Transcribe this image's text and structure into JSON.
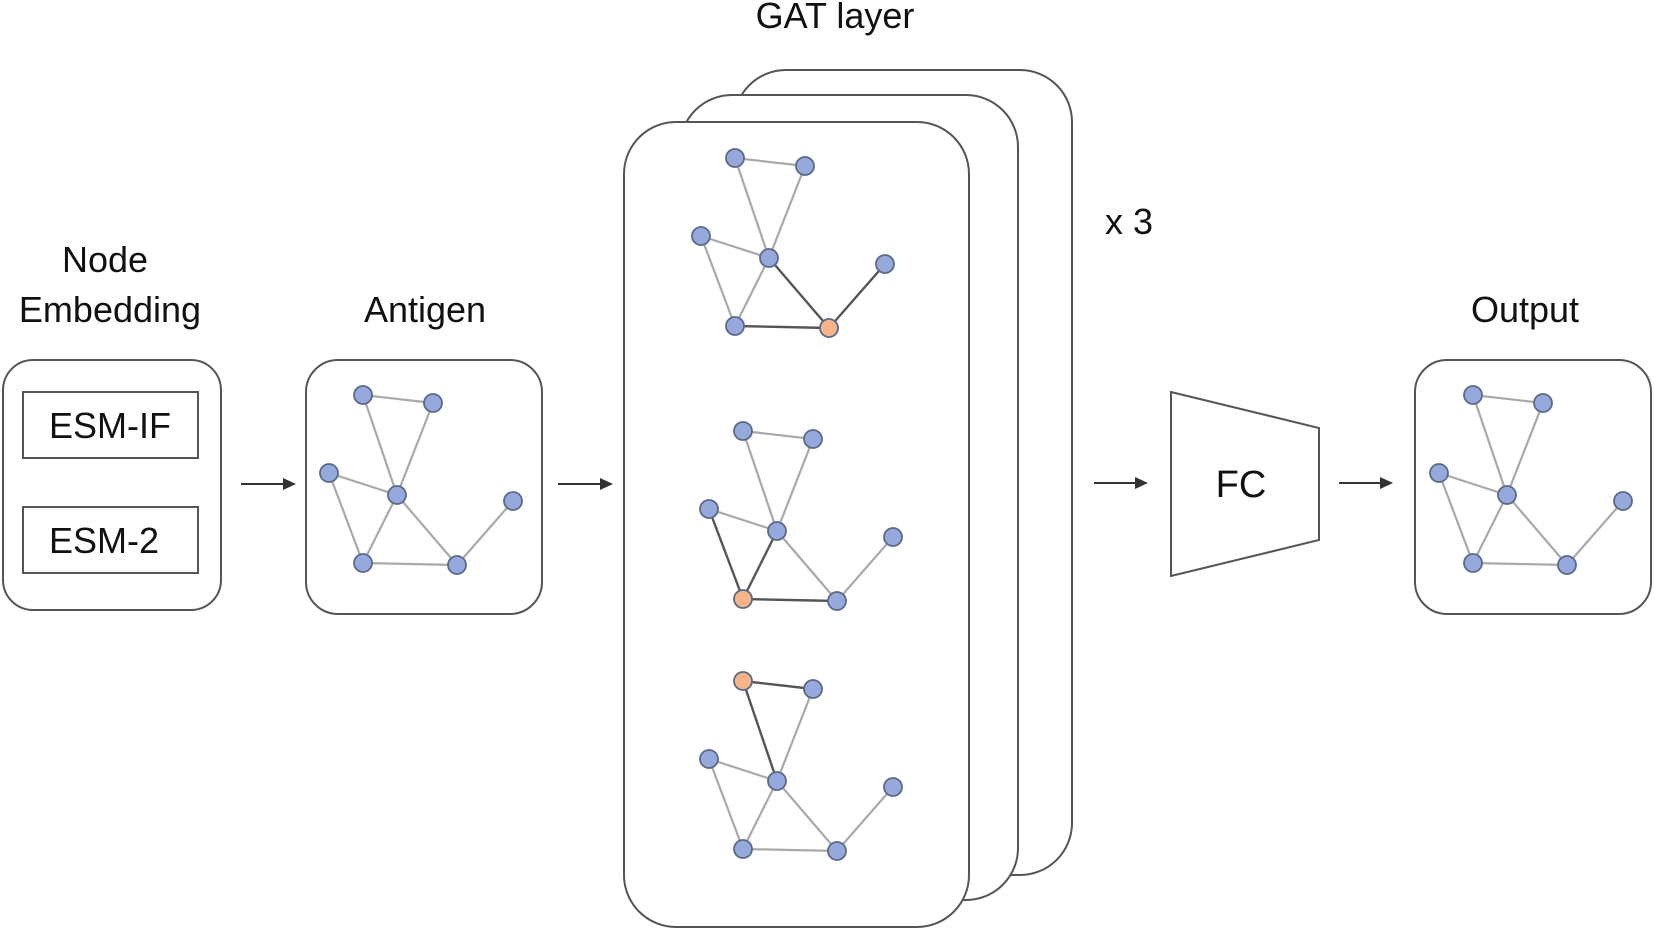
{
  "colors": {
    "node_default": "#95a9dc",
    "node_highlight": "#f6b48a",
    "edge_light": "#a9a9a9",
    "edge_dark": "#555555"
  },
  "node_embedding": {
    "title_line1": "Node",
    "title_line2": "Embedding",
    "items": [
      "ESM-IF",
      "ESM-2"
    ]
  },
  "antigen": {
    "title": "Antigen"
  },
  "gat": {
    "title": "GAT layer",
    "repeat": "x 3",
    "attention_views": [
      {
        "focus": "node-5"
      },
      {
        "focus": "node-4"
      },
      {
        "focus": "node-0"
      }
    ]
  },
  "fc": {
    "label": "FC"
  },
  "output": {
    "title": "Output"
  }
}
